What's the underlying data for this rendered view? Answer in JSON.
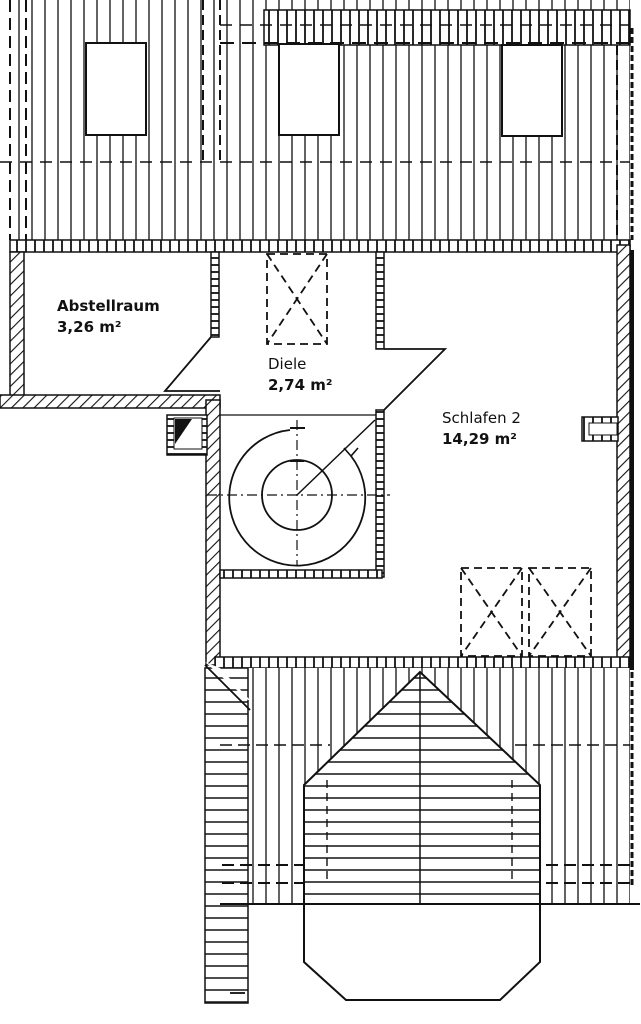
{
  "plan": {
    "type": "floor-plan",
    "colors": {
      "line": "#111111",
      "background": "#ffffff"
    },
    "rooms": [
      {
        "id": "abstellraum",
        "name": "Abstellraum",
        "area": "3,26 m²"
      },
      {
        "id": "diele",
        "name": "Diele",
        "area": "2,74 m²"
      },
      {
        "id": "schlafen-2",
        "name": "Schlafen 2",
        "area": "14,29 m²"
      }
    ],
    "features": [
      "roof-window-top-left",
      "roof-window-top-center",
      "roof-window-top-right",
      "skylight-diele",
      "skylight-schlafen-left",
      "skylight-schlafen-right",
      "spiral-staircase",
      "chimney",
      "wall-niche",
      "dormer-roof",
      "balcony"
    ]
  }
}
